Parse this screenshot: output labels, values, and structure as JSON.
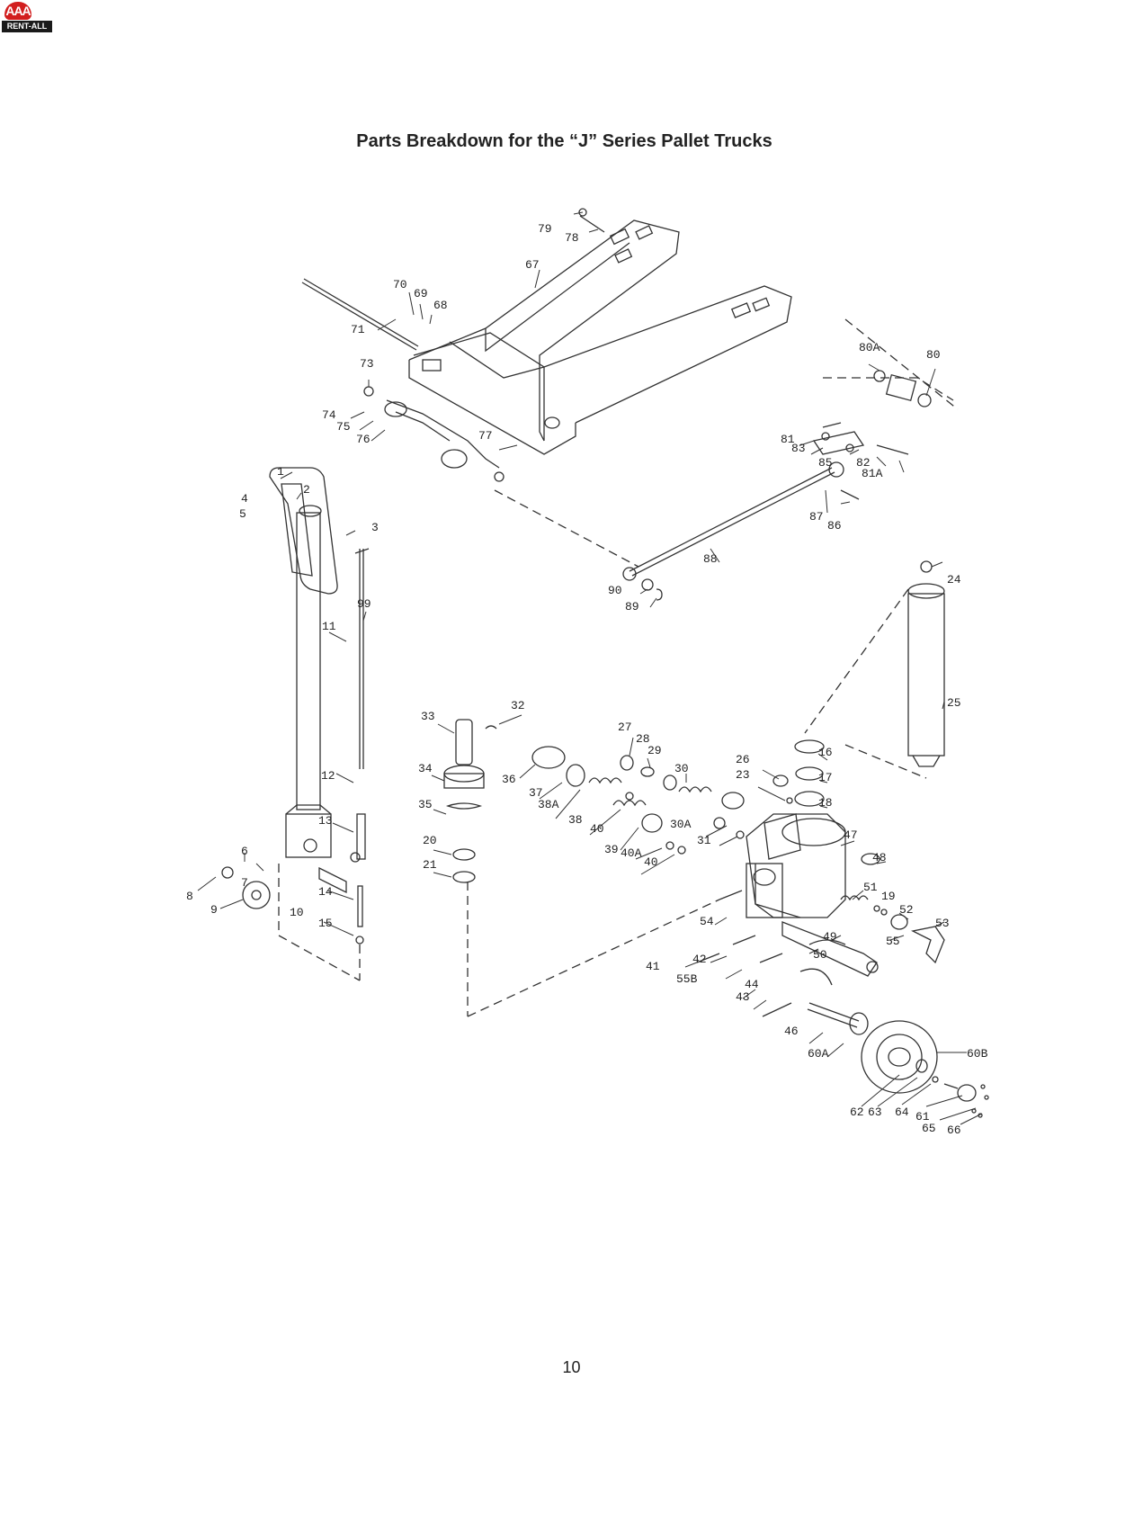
{
  "logo": {
    "top": "AAA",
    "bottom": "RENT-ALL"
  },
  "title": "Parts Breakdown for the “J” Series Pallet Trucks",
  "page_number": "10",
  "callouts": [
    "1",
    "2",
    "3",
    "4",
    "5",
    "6",
    "7",
    "8",
    "9",
    "10",
    "11",
    "12",
    "13",
    "14",
    "15",
    "16",
    "17",
    "18",
    "19",
    "20",
    "21",
    "23",
    "24",
    "25",
    "26",
    "27",
    "28",
    "29",
    "30",
    "30A",
    "31",
    "32",
    "33",
    "34",
    "35",
    "36",
    "37",
    "38",
    "38A",
    "39",
    "40",
    "40",
    "40A",
    "41",
    "42",
    "43",
    "44",
    "46",
    "47",
    "48",
    "49",
    "50",
    "51",
    "52",
    "53",
    "54",
    "55",
    "55B",
    "60A",
    "60B",
    "61",
    "62",
    "63",
    "64",
    "65",
    "66",
    "67",
    "68",
    "69",
    "70",
    "71",
    "73",
    "74",
    "75",
    "76",
    "77",
    "78",
    "79",
    "80",
    "80A",
    "81",
    "81A",
    "82",
    "83",
    "85",
    "86",
    "87",
    "88",
    "89",
    "90",
    "99"
  ],
  "colors": {
    "line": "#333333",
    "logo_red": "#d21e1e"
  }
}
